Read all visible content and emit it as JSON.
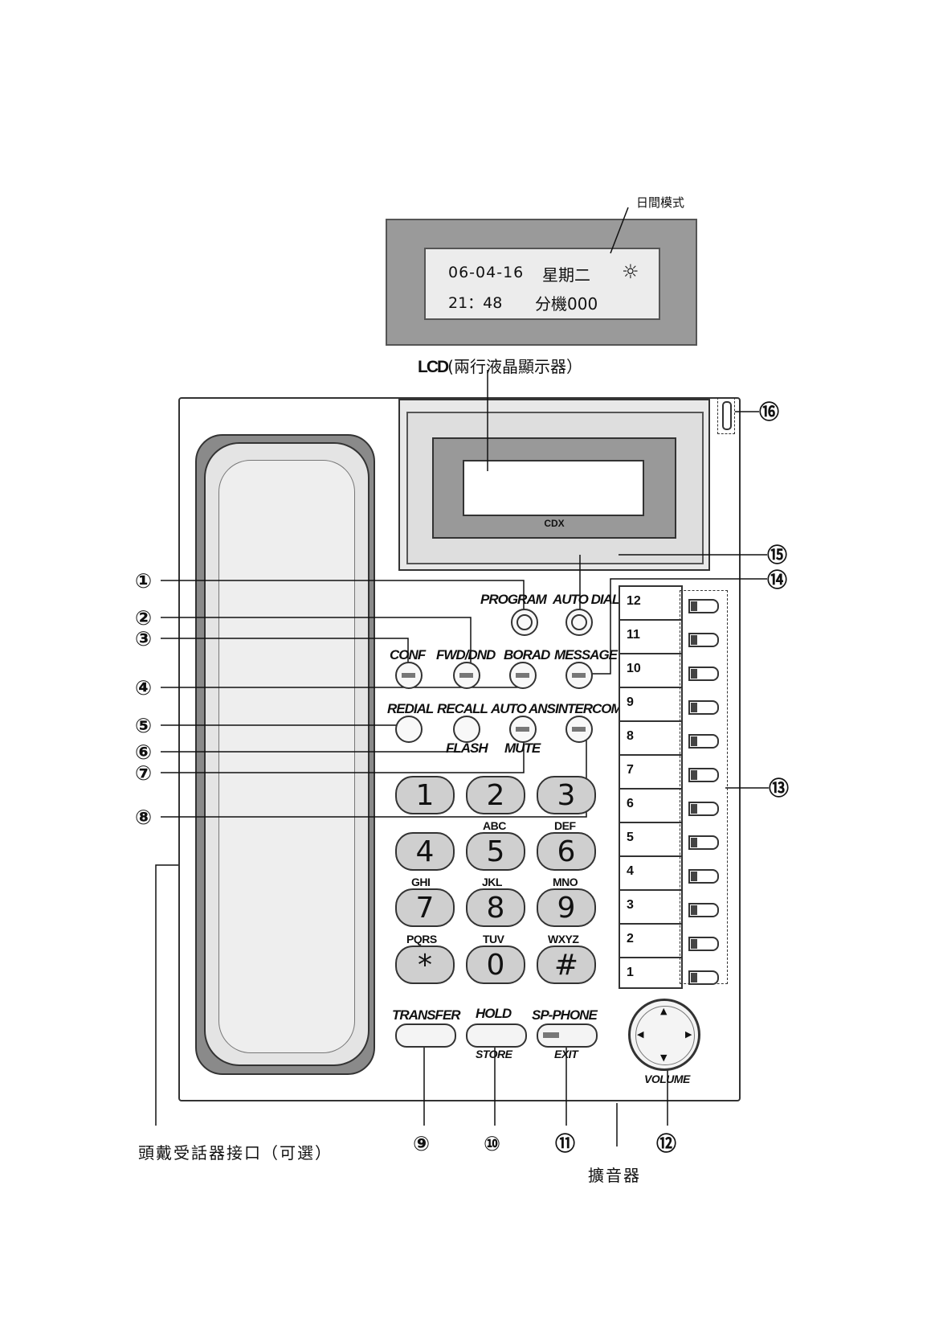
{
  "lcd_callout": {
    "day_mode_label": "日間模式",
    "line1_date": "06-04-16",
    "line1_weekday": "星期二",
    "line2_time": "21：48",
    "line2_extension": "分機000",
    "caption_prefix": "LCD",
    "caption_text": "(兩行液晶顯示器）"
  },
  "phone": {
    "brand": "CDX",
    "function_buttons": {
      "program": "PROGRAM",
      "auto_dial": "AUTO DIAL",
      "conf": "CONF",
      "fwd_dnd": "FWD/DND",
      "borad": "BORAD",
      "message": "MESSAGE",
      "redial": "REDIAL",
      "recall": "RECALL",
      "auto_ans": "AUTO ANS",
      "intercom": "INTERCOM",
      "flash": "FLASH",
      "mute": "MUTE",
      "transfer": "TRANSFER",
      "hold": "HOLD",
      "store": "STORE",
      "sp_phone": "SP-PHONE",
      "exit": "EXIT",
      "volume": "VOLUME"
    },
    "keypad": [
      {
        "digit": "1",
        "letters": ""
      },
      {
        "digit": "2",
        "letters": "ABC"
      },
      {
        "digit": "3",
        "letters": "DEF"
      },
      {
        "digit": "4",
        "letters": "GHI"
      },
      {
        "digit": "5",
        "letters": "JKL"
      },
      {
        "digit": "6",
        "letters": "MNO"
      },
      {
        "digit": "7",
        "letters": "PQRS"
      },
      {
        "digit": "8",
        "letters": "TUV"
      },
      {
        "digit": "9",
        "letters": "WXYZ"
      },
      {
        "digit": "*",
        "letters": ""
      },
      {
        "digit": "0",
        "letters": ""
      },
      {
        "digit": "#",
        "letters": ""
      }
    ],
    "dss_keys": [
      "12",
      "11",
      "10",
      "9",
      "8",
      "7",
      "6",
      "5",
      "4",
      "3",
      "2",
      "1"
    ]
  },
  "callouts": [
    "①",
    "②",
    "③",
    "④",
    "⑤",
    "⑥",
    "⑦",
    "⑧",
    "⑨",
    "⑩",
    "⑪",
    "⑫",
    "⑬",
    "⑭",
    "⑮",
    "⑯"
  ],
  "headset_label": "頭戴受話器接口（可選）",
  "speaker_label": "擴音器"
}
